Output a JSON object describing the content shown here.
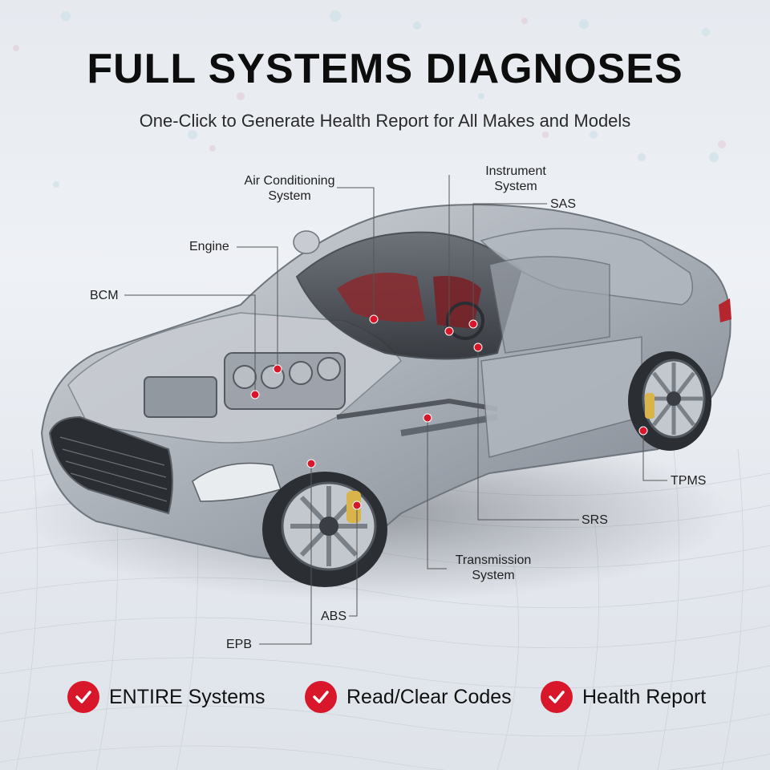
{
  "header": {
    "title": "FULL SYSTEMS DIAGNOSES",
    "subtitle": "One-Click to Generate Health Report for All Makes and Models"
  },
  "callouts": {
    "air_conditioning": "Air Conditioning\nSystem",
    "instrument": "Instrument\nSystem",
    "sas": "SAS",
    "engine": "Engine",
    "bcm": "BCM",
    "tpms": "TPMS",
    "srs": "SRS",
    "transmission": "Transmission\nSystem",
    "abs": "ABS",
    "epb": "EPB"
  },
  "features": [
    {
      "label": "ENTIRE Systems",
      "icon": "check-circle-icon"
    },
    {
      "label": "Read/Clear Codes",
      "icon": "check-circle-icon"
    },
    {
      "label": "Health Report",
      "icon": "check-circle-icon"
    }
  ],
  "colors": {
    "accent": "#d9172a",
    "car_body": "#b9bec4",
    "background": "#e8ecf1"
  }
}
